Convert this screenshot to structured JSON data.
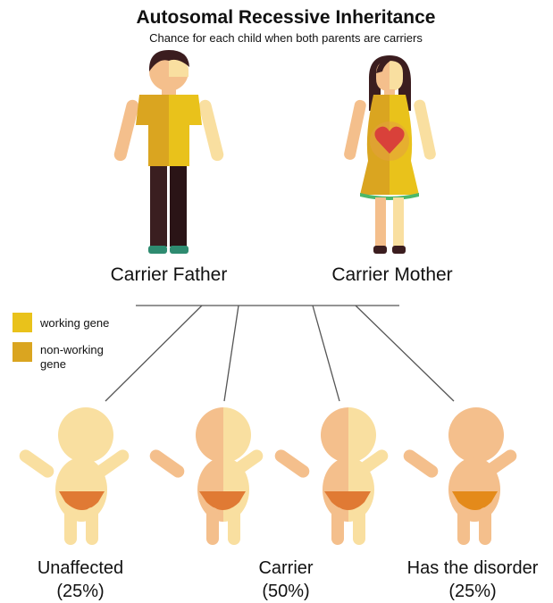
{
  "title": "Autosomal Recessive Inheritance",
  "subtitle": "Chance for each child when both parents are carriers",
  "parents": {
    "father": {
      "label": "Carrier Father"
    },
    "mother": {
      "label": "Carrier Mother"
    }
  },
  "legend": [
    {
      "label": "working gene",
      "color": "#E9C21B"
    },
    {
      "label": "non-working gene",
      "color": "#DAA520"
    }
  ],
  "children": [
    {
      "label": "Unaffected",
      "percent": "(25%)"
    },
    {
      "label": "Carrier",
      "percent": "(50%)"
    },
    {
      "label": "Has the disorder",
      "percent": "(25%)"
    }
  ],
  "colors": {
    "skin_light": "#F9DFA0",
    "skin_dark": "#F4BF8C",
    "shirt_working": "#E9C21B",
    "shirt_nonworking": "#DAA520",
    "hair": "#3B1D1F",
    "pants": "#3A1E20",
    "shoes": "#2E8B70",
    "heart": "#D9413A",
    "diaper_light": "#E07A34",
    "diaper_dark": "#E48A1A",
    "line": "#555555"
  }
}
